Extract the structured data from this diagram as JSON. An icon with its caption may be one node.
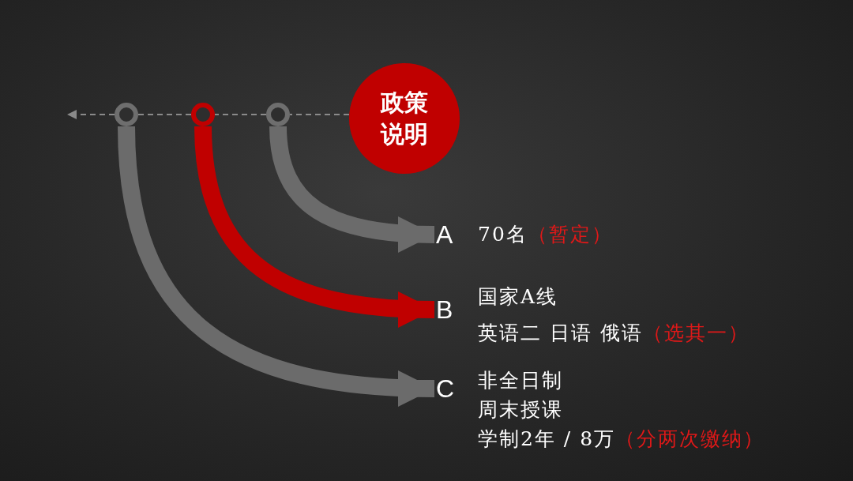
{
  "diagram": {
    "nodes": [
      {
        "text": [
          "政策说明"
        ]
      },
      {
        "text": [],
        "shape": "circle"
      },
      {
        "text": [],
        "shape": "circle"
      },
      {
        "text": [],
        "shape": "circle"
      },
      {
        "text": [
          "A",
          "70名",
          "（暂定）"
        ]
      },
      {
        "text": [
          "B",
          "国家A线",
          "英语二 日语 俄语",
          "（选其一）"
        ]
      },
      {
        "text": [
          "C",
          "非全日制",
          "周末授课",
          "学制2年 / 8万",
          "（分两次缴纳）"
        ]
      }
    ],
    "edges": [
      {
        "from": 0,
        "to": 3,
        "arrow": "none",
        "style": "dashed"
      },
      {
        "from": 3,
        "to": 2,
        "arrow": "none",
        "style": "dashed"
      },
      {
        "from": 2,
        "to": 1,
        "arrow": "none",
        "style": "dashed"
      },
      {
        "from": 1,
        "to": null,
        "arrow": "to",
        "style": "dashed"
      },
      {
        "from": 3,
        "to": 4,
        "arrow": "to",
        "style": "thick"
      },
      {
        "from": 2,
        "to": 5,
        "arrow": "to",
        "style": "thick",
        "color": "#c00000"
      },
      {
        "from": 1,
        "to": 6,
        "arrow": "to",
        "style": "thick"
      }
    ]
  }
}
